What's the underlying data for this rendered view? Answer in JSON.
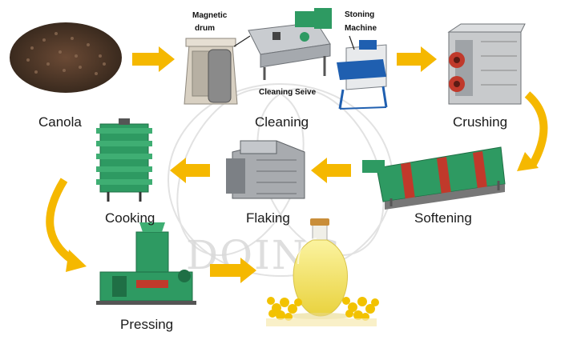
{
  "watermark": "DOING",
  "steps": [
    {
      "label": "Canola"
    },
    {
      "label": "Cleaning"
    },
    {
      "label": "Crushing"
    },
    {
      "label": "Softening"
    },
    {
      "label": "Flaking"
    },
    {
      "label": "Cooking"
    },
    {
      "label": "Pressing"
    }
  ],
  "notes": {
    "magnetic_drum_line1": "Magnetic",
    "magnetic_drum_line2": "drum",
    "stoning_line1": "Stoning",
    "stoning_line2": "Machine",
    "cleaning_seive": "Cleaning Seive"
  },
  "colors": {
    "arrow": "#f5b800",
    "machine_green": "#2e9a62",
    "machine_steel": "#b9bcc0",
    "machine_red": "#c0392b",
    "oil": "#f2e36b",
    "flower": "#f2c200"
  }
}
